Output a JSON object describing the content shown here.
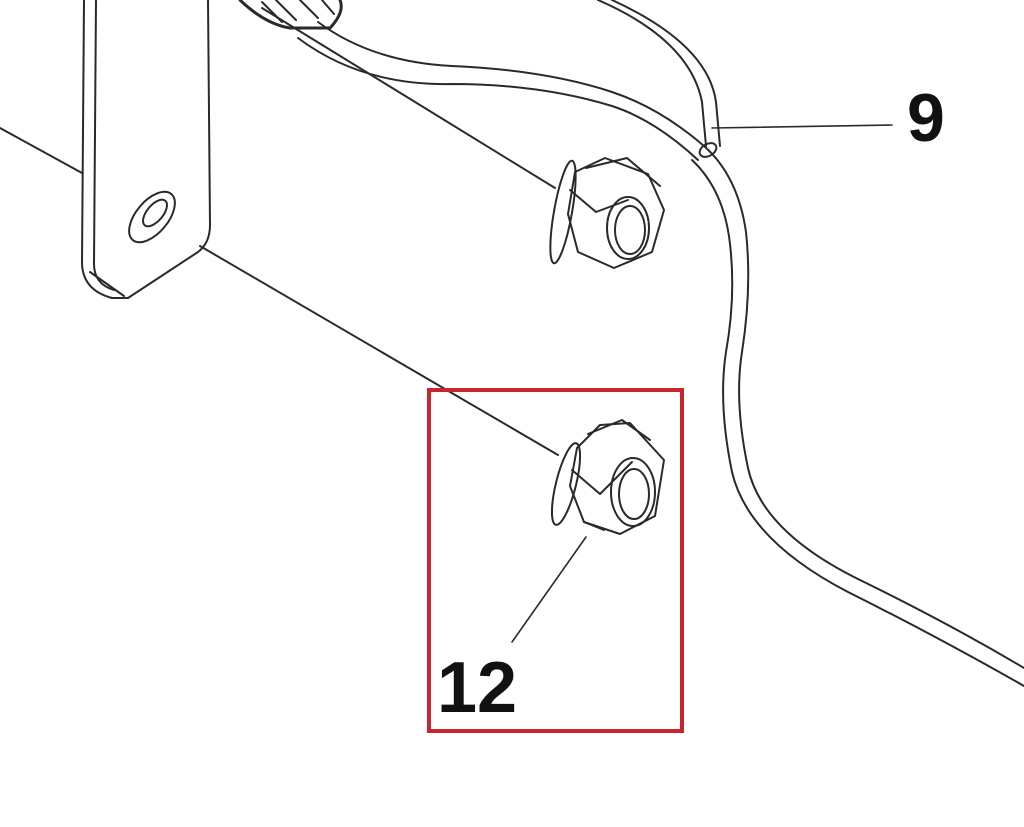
{
  "callouts": {
    "part_9": "9",
    "part_12": "12"
  },
  "colors": {
    "line": "#2a2a2a",
    "label": "#111111",
    "highlight_box": "#c8262c",
    "background": "#ffffff"
  },
  "highlighted_part": "12"
}
